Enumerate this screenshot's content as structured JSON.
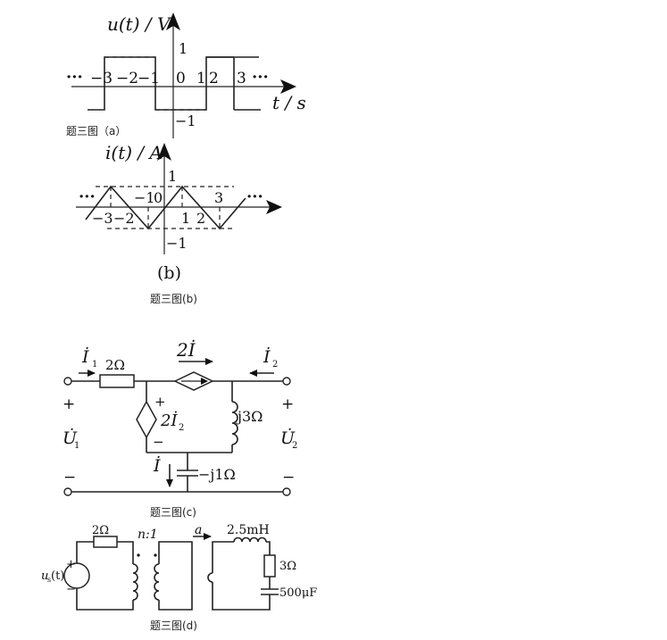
{
  "fig_a": {
    "ylabel": "u(t) / V",
    "xlabel": "t / s",
    "ellipsis_left": "···",
    "ellipsis_right": "···",
    "tick_neg3": "−3",
    "tick_neg2": "−2",
    "tick_neg1": "−1",
    "tick_0": "0",
    "tick_1": "1",
    "tick_2": "2",
    "tick_3": "3",
    "level_high": "1",
    "level_low": "−1",
    "caption": "题三图（a）"
  },
  "fig_b": {
    "ylabel": "i(t) / A",
    "ellipsis_left": "···",
    "ellipsis_right": "···",
    "tick_neg3": "−3",
    "tick_neg2": "−2",
    "tick_neg1": "−1",
    "tick_0": "0",
    "tick_1": "1",
    "tick_2": "2",
    "tick_3": "3",
    "level_high": "1",
    "level_low": "−1",
    "sublabel": "(b)",
    "caption": "题三图(b)"
  },
  "fig_c": {
    "current_i1": "İ",
    "current_i1_sub": "1",
    "current_i2": "İ",
    "current_i2_sub": "2",
    "resistor": "2Ω",
    "ccs_label": "2İ",
    "ccvs_label": "2İ",
    "ccvs_label_sub": "2",
    "inductor": "j3Ω",
    "capacitor": "−j1Ω",
    "current_i": "İ",
    "plus_left": "+",
    "minus_left": "−",
    "plus_right": "+",
    "minus_right": "−",
    "ccvs_plus": "+",
    "ccvs_minus": "−",
    "u1": "U̇",
    "u1_sub": "1",
    "u2": "U̇",
    "u2_sub": "2",
    "caption": "题三图(c)"
  },
  "fig_d": {
    "resistor": "2Ω",
    "ratio": "n:1",
    "source": "u",
    "source_sub": "s",
    "source_arg": "(t)",
    "plus": "+",
    "minus": "−",
    "node_a": "a",
    "inductor": "2.5mH",
    "resistor2": "3Ω",
    "capacitor": "500μF",
    "caption": "题三图(d)"
  }
}
